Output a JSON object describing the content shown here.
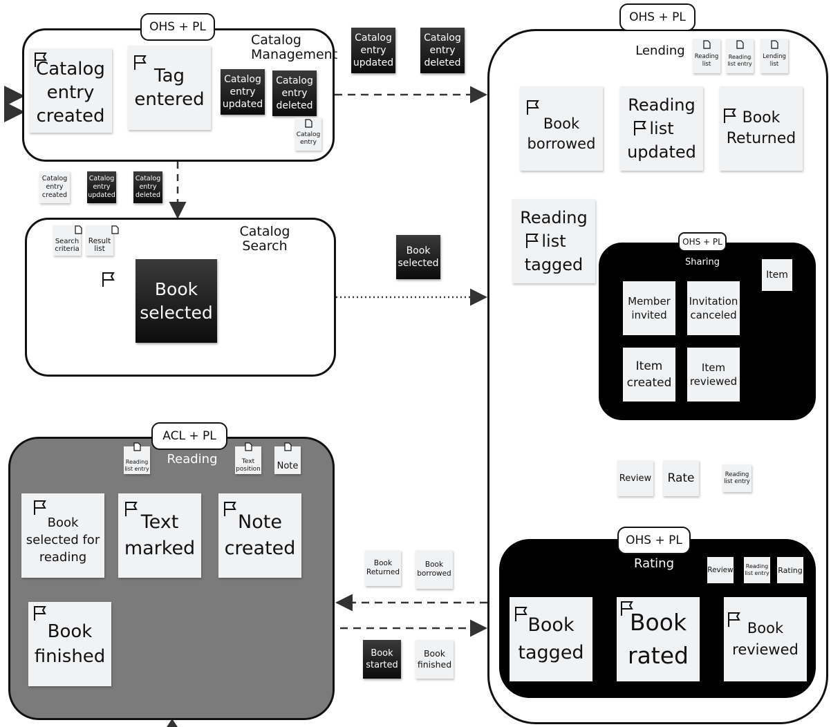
{
  "contexts": {
    "catalog_mgmt": {
      "badge": "OHS + PL",
      "title": "Catalog Management"
    },
    "catalog_search": {
      "title": "Catalog Search"
    },
    "reading": {
      "badge": "ACL + PL",
      "title": "Reading"
    },
    "lending": {
      "badge": "OHS + PL",
      "title": "Lending"
    },
    "sharing": {
      "badge": "OHS + PL",
      "title": "Sharing"
    },
    "rating": {
      "badge": "OHS + PL",
      "title": "Rating"
    }
  },
  "catalog_mgmt": {
    "events": [
      "Catalog entry created",
      "Tag entered"
    ],
    "dark": [
      "Catalog entry updated",
      "Catalog entry deleted"
    ],
    "entity": "Catalog entry"
  },
  "between_top": {
    "updated": "Catalog entry updated",
    "deleted": "Catalog entry deleted"
  },
  "between_cm_cs": {
    "created": "Catalog entry created",
    "updated": "Catalog entry updated",
    "deleted": "Catalog entry deleted"
  },
  "catalog_search": {
    "search_criteria": "Search criteria",
    "result_list": "Result list",
    "event": "Book selected"
  },
  "between_cs_lending": {
    "book_selected": "Book selected"
  },
  "lending": {
    "entities": [
      "Reading list",
      "Reading list entry",
      "Lending list"
    ],
    "events": [
      "Book borrowed",
      "Reading list updated",
      "Book Returned",
      "Reading list tagged"
    ]
  },
  "sharing": {
    "item": "Item",
    "events": [
      "Member invited",
      "Invitation canceled",
      "Item created",
      "Item reviewed"
    ]
  },
  "between_rating_sharing": {
    "review": "Review",
    "rate": "Rate",
    "entry": "Reading list entry"
  },
  "rating": {
    "entities": [
      "Review",
      "Reading list entry",
      "Rating"
    ],
    "events": [
      "Book tagged",
      "Book rated",
      "Book reviewed"
    ]
  },
  "reading": {
    "entities": [
      "Reading list entry",
      "Text position",
      "Note"
    ],
    "events": [
      "Book selected for reading",
      "Text marked",
      "Note created",
      "Book finished"
    ]
  },
  "between_reading_rating": {
    "returned": "Book Returned",
    "borrowed": "Book borrowed",
    "started": "Book started",
    "finished": "Book finished"
  }
}
